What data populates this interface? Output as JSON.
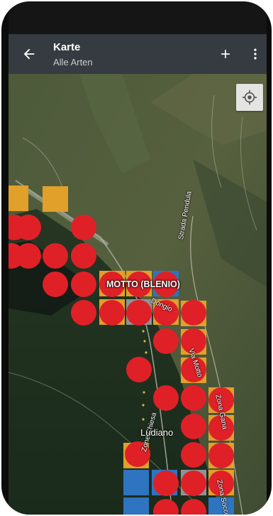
{
  "appbar": {
    "title": "Karte",
    "subtitle": "Alle Arten",
    "back_icon": "arrow-left-icon",
    "add_icon": "plus-icon",
    "more_icon": "more-vert-icon"
  },
  "map": {
    "locate_icon": "my-location-icon",
    "place_label": "MOTTO (BLENIO)",
    "town_label": "Ludiano",
    "road_labels": [
      "Strada Pendula",
      "Dongio",
      "Via Motto",
      "Zona Gana",
      "Zone Chiesa",
      "Zona Socco"
    ],
    "colors": {
      "orange_cell": "#e0a02a",
      "blue_cell": "#2e74c0",
      "grey_cell": "#8e9396",
      "dot": "#e02027"
    }
  }
}
